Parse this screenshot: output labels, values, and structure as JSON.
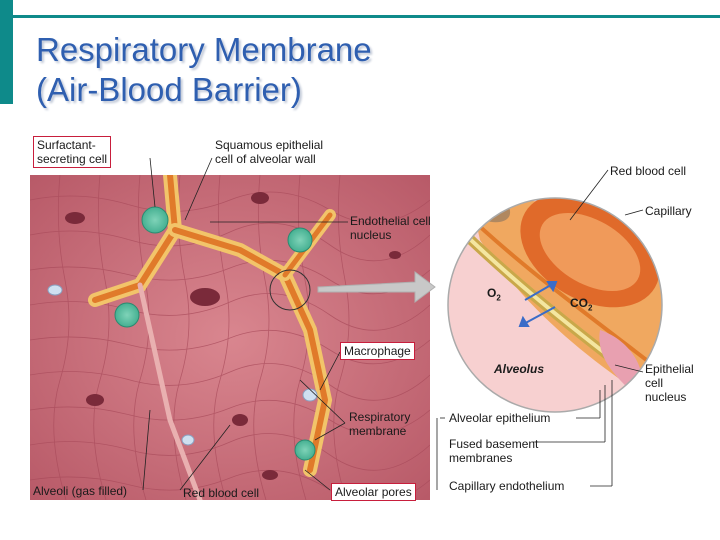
{
  "slide": {
    "title_line1": "Respiratory Membrane",
    "title_line2": "(Air-Blood Barrier)"
  },
  "labels": {
    "surfactant_1": "Surfactant-",
    "surfactant_2": "secreting cell",
    "squamous_1": "Squamous epithelial",
    "squamous_2": "cell of alveolar wall",
    "endothelial_1": "Endothelial cell",
    "endothelial_2": "nucleus",
    "macrophage": "Macrophage",
    "respiratory_1": "Respiratory",
    "respiratory_2": "membrane",
    "alveoli": "Alveoli (gas filled)",
    "rbc_bottom": "Red blood cell",
    "alveolar_pores": "Alveolar pores",
    "rbc_right": "Red blood cell",
    "capillary": "Capillary",
    "o2": "O",
    "o2_sub": "2",
    "co2": "CO",
    "co2_sub": "2",
    "alveolus": "Alveolus",
    "epithelial_1": "Epithelial",
    "epithelial_2": "cell",
    "epithelial_3": "nucleus",
    "alveolar_epithelium": "Alveolar epithelium",
    "fused_1": "Fused basement",
    "fused_2": "membranes",
    "capillary_endothelium": "Capillary endothelium"
  },
  "colors": {
    "accent": "#0e8a8a",
    "title": "#2f5fb0",
    "label_box": "#c81e3c",
    "tissue": "#c86a78",
    "capillary": "#f0a860",
    "rbc": "#e06a2a"
  }
}
